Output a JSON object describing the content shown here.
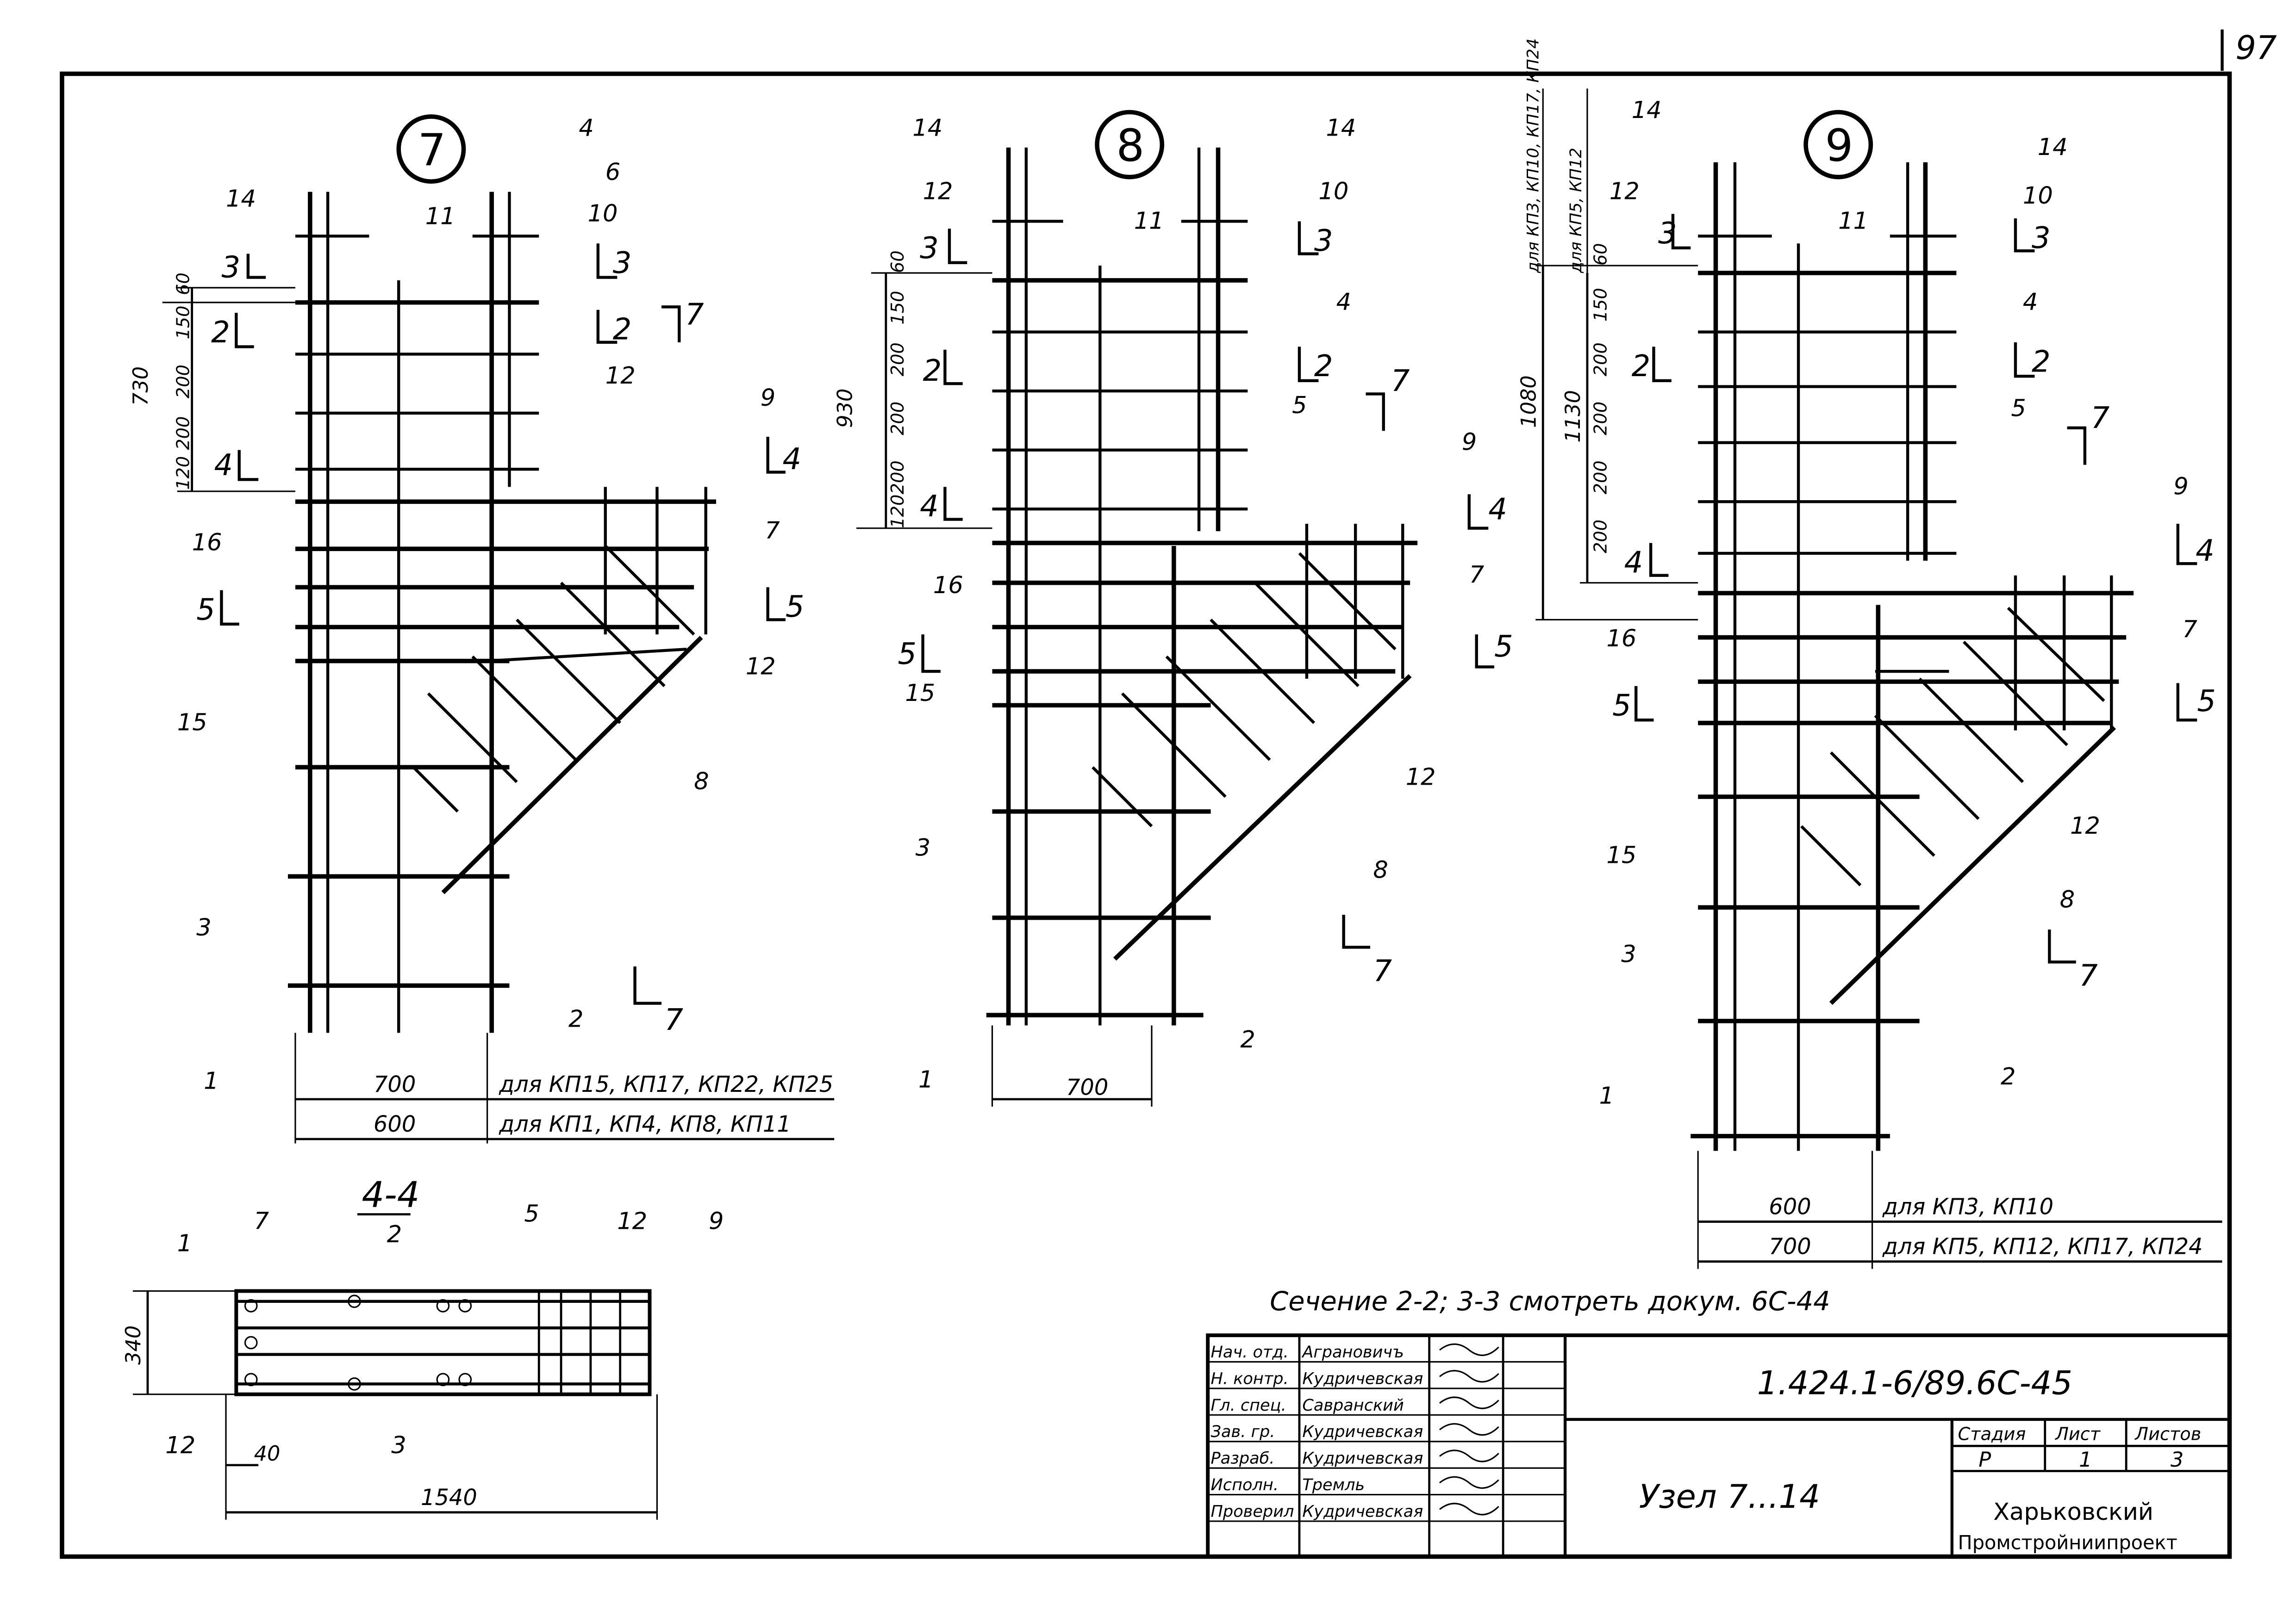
{
  "page_number": "97",
  "nodes": {
    "n7": {
      "number": "7",
      "callouts": {
        "c1": "1",
        "c2": "2",
        "c3": "3",
        "c4": "4",
        "c5": "5",
        "c6": "6",
        "c7": "7",
        "c8": "8",
        "c9": "9",
        "c10": "10",
        "c11": "11",
        "c12a": "12",
        "c12b": "12",
        "c14": "14",
        "c15": "15",
        "c16": "16"
      },
      "dims": [
        "60",
        "150",
        "200",
        "200",
        "120"
      ],
      "total_dim": "730",
      "bottom_dims": {
        "w1": "700",
        "w2": "600"
      },
      "bottom_notes": {
        "n1": "для КП15, КП17, КП22, КП25",
        "n2": "для КП1, КП4, КП8, КП11"
      }
    },
    "n8": {
      "number": "8",
      "callouts": {
        "c1": "1",
        "c2": "2",
        "c3": "3",
        "c4": "4",
        "c5": "5",
        "c7": "7",
        "c8": "8",
        "c9": "9",
        "c10": "10",
        "c11": "11",
        "c12a": "12",
        "c12b": "12",
        "c14a": "14",
        "c14b": "14",
        "c15": "15",
        "c16": "16"
      },
      "dims": [
        "60",
        "150",
        "200",
        "200",
        "200",
        "120"
      ],
      "total_dim": "930",
      "bottom_dim": "700"
    },
    "n9": {
      "number": "9",
      "callouts": {
        "c1": "1",
        "c2": "2",
        "c3": "3",
        "c4": "4",
        "c5": "5",
        "c7": "7",
        "c8": "8",
        "c9": "9",
        "c10": "10",
        "c11": "11",
        "c12a": "12",
        "c12b": "12",
        "c14a": "14",
        "c14b": "14",
        "c15": "15",
        "c16": "16"
      },
      "dims": [
        "60",
        "150",
        "200",
        "200",
        "200",
        "200"
      ],
      "total_dims": {
        "d1": "1080",
        "d2": "1130"
      },
      "top_notes": {
        "t1": "для КП3, КП10, КП17, КП24",
        "t2": "для КП5, КП12"
      },
      "bottom_dims": {
        "w1": "600",
        "w2": "700"
      },
      "bottom_notes": {
        "n1": "для КП3, КП10",
        "n2": "для КП5, КП12, КП17, КП24"
      }
    }
  },
  "section_marks": {
    "s2": "2",
    "s3": "3",
    "s4": "4",
    "s5": "5",
    "s7": "7"
  },
  "section44": {
    "title": "4-4",
    "callouts": {
      "c1": "1",
      "c2": "2",
      "c3": "3",
      "c5": "5",
      "c7": "7",
      "c9": "9",
      "c12a": "12",
      "c12b": "12"
    },
    "dim_height": "340",
    "dim_offset": "40",
    "dim_length": "1540"
  },
  "note": "Сечение 2-2; 3-3 смотреть докум. 6С-44",
  "title_block": {
    "doc_code": "1.424.1-6/89.6С-45",
    "title": "Узел 7...14",
    "stage_label": "Стадия",
    "sheet_label": "Лист",
    "sheets_label": "Листов",
    "stage": "Р",
    "sheet": "1",
    "sheets": "3",
    "org_line1": "Харьковский",
    "org_line2": "Промстройниипроект",
    "roles": [
      {
        "role": "Нач. отд.",
        "name": "Аграновичъ"
      },
      {
        "role": "Н. контр.",
        "name": "Кудричевская"
      },
      {
        "role": "Гл. спец.",
        "name": "Савранский"
      },
      {
        "role": "Зав. гр.",
        "name": "Кудричевская"
      },
      {
        "role": "Разраб.",
        "name": "Кудричевская"
      },
      {
        "role": "Исполн.",
        "name": "Тремль"
      },
      {
        "role": "Проверил",
        "name": "Кудричевская"
      }
    ]
  }
}
